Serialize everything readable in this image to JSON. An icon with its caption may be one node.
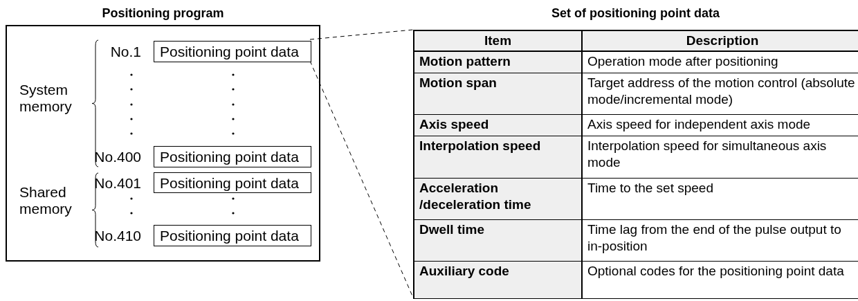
{
  "diagram": {
    "nodes": [
      {
        "text": [
          "Positioning program"
        ]
      },
      {
        "text": [
          "Positioning point data"
        ],
        "in": 0,
        "beside": [
          "No.1"
        ]
      },
      {
        "text": [
          "Positioning point data"
        ],
        "in": 0,
        "beside": [
          "No.400"
        ]
      },
      {
        "text": [
          "Positioning point data"
        ],
        "in": 0,
        "beside": [
          "No.401"
        ]
      },
      {
        "text": [
          "Positioning point data"
        ],
        "in": 0,
        "beside": [
          "No.410"
        ]
      },
      {
        "text": [
          "Set of positioning point data"
        ]
      }
    ],
    "edges": [
      {
        "from": 1,
        "to": 5,
        "arrow": "none",
        "style": "dashed"
      },
      {
        "from": 1,
        "to": 5,
        "arrow": "none",
        "style": "dashed"
      }
    ],
    "labels": [
      "System memory",
      "Shared memory",
      "Item",
      "Description",
      "Motion pattern",
      "Operation mode after positioning",
      "Motion span",
      "Target address of the motion control (absolute mode/incremental mode)",
      "Axis speed",
      "Axis speed for independent axis mode",
      "Interpolation speed",
      "Interpolation speed for simultaneous axis mode",
      "Acceleration /deceleration time",
      "Time to the set speed",
      "Dwell time",
      "Time lag from the end of the pulse output to in-position",
      "Auxiliary code",
      "Optional codes for the positioning point data"
    ]
  }
}
